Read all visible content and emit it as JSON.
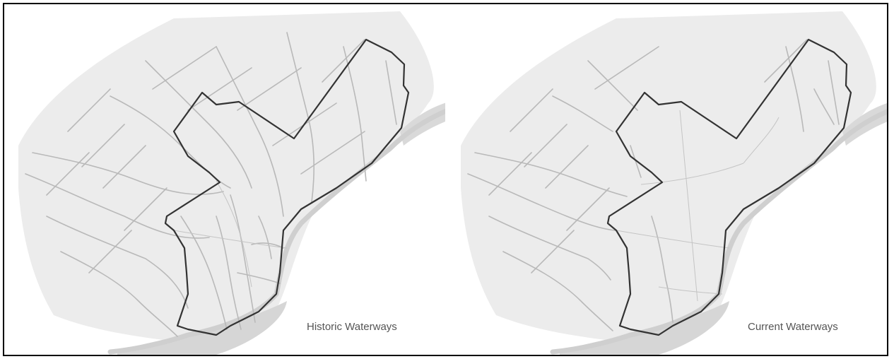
{
  "maps": [
    {
      "id": "historic",
      "caption": "Historic Waterways"
    },
    {
      "id": "current",
      "caption": "Current Waterways"
    }
  ],
  "colors": {
    "land": "#ececec",
    "river": "#d6d6d6",
    "stream": "#b7b7b7",
    "boundary": "#333333",
    "road": "#c4c4c4",
    "frame": "#000000"
  }
}
